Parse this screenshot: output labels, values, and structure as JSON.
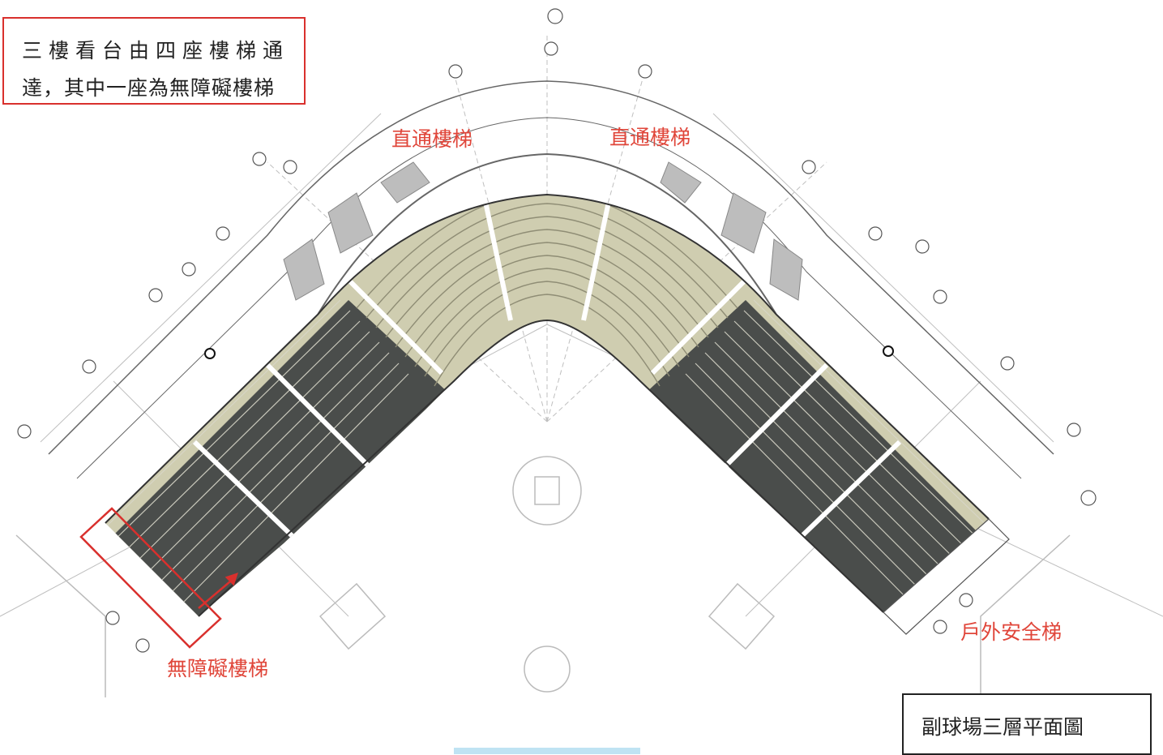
{
  "callout": {
    "line1": "三樓看台由四座樓梯通",
    "line2": "達，其中一座為無障礙樓梯"
  },
  "labels": {
    "stair_direct_left": "直通樓梯",
    "stair_direct_right": "直通樓梯",
    "stair_accessible": "無障礙樓梯",
    "stair_outdoor": "戶外安全梯"
  },
  "title": "副球場三層平面圖",
  "colors": {
    "annotation_red": "#e0463a",
    "seat_dark": "#4a4d4b",
    "seat_light": "#cfcdb0",
    "stair_gray": "#b8b8b8",
    "line": "#555555"
  }
}
